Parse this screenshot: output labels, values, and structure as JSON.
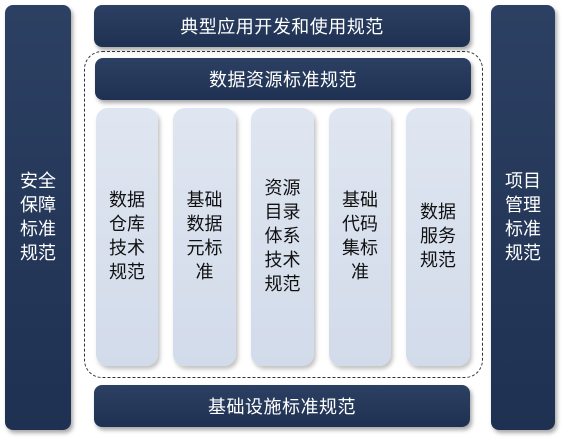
{
  "left_pillar": {
    "label": "安全保障标准规范"
  },
  "right_pillar": {
    "label": "项目管理标准规范"
  },
  "top_bar": {
    "label": "典型应用开发和使用规范"
  },
  "inner_top_bar": {
    "label": "数据资源标准规范"
  },
  "bottom_bar": {
    "label": "基础设施标准规范"
  },
  "columns": [
    {
      "label": "数据仓库技术规范"
    },
    {
      "label": "基础数据元标准"
    },
    {
      "label": "资源目录体系技术规范"
    },
    {
      "label": "基础代码集标准"
    },
    {
      "label": "数据服务规范"
    }
  ],
  "colors": {
    "navy": "#1f3152",
    "light_panel": "#d8e0ee"
  }
}
